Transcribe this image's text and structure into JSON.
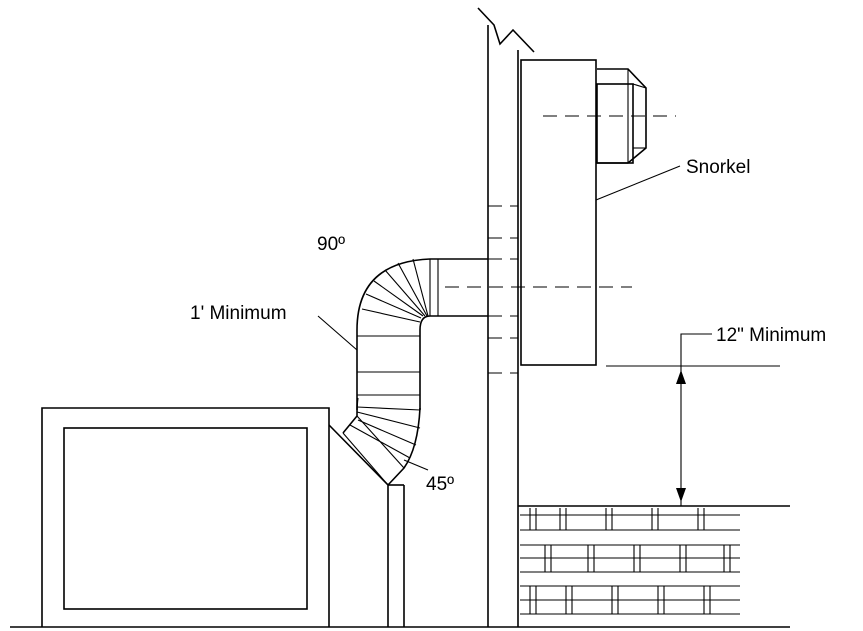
{
  "labels": {
    "snorkel": "Snorkel",
    "twelve_min": "12\" Minimum",
    "ninety": "90º",
    "one_ft_min": "1' Minimum",
    "fortyfive": "45º"
  }
}
